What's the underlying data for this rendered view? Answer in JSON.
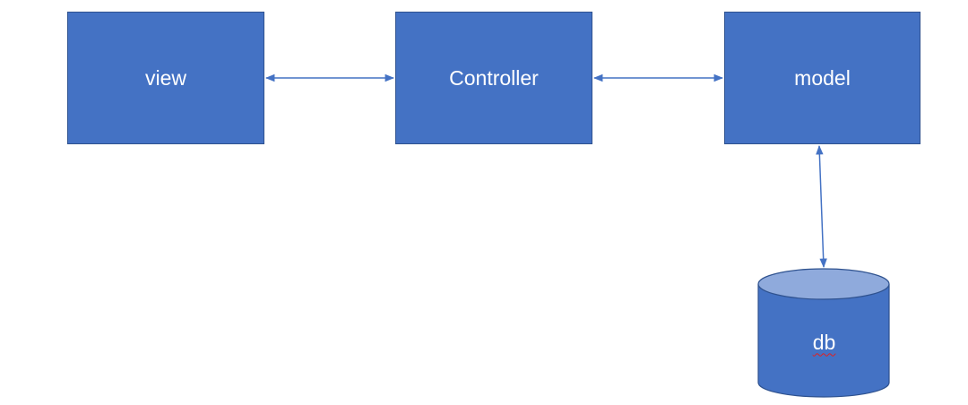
{
  "nodes": {
    "view": {
      "label": "view"
    },
    "controller": {
      "label": "Controller"
    },
    "model": {
      "label": "model"
    },
    "db": {
      "label": "db"
    }
  },
  "edges": [
    {
      "from": "view",
      "to": "controller",
      "direction": "both"
    },
    {
      "from": "controller",
      "to": "model",
      "direction": "both"
    },
    {
      "from": "model",
      "to": "db",
      "direction": "both"
    }
  ],
  "colors": {
    "node_fill": "#4472c4",
    "node_border": "#2f528f",
    "db_top": "#8faadc",
    "edge": "#4472c4",
    "label": "#ffffff"
  }
}
